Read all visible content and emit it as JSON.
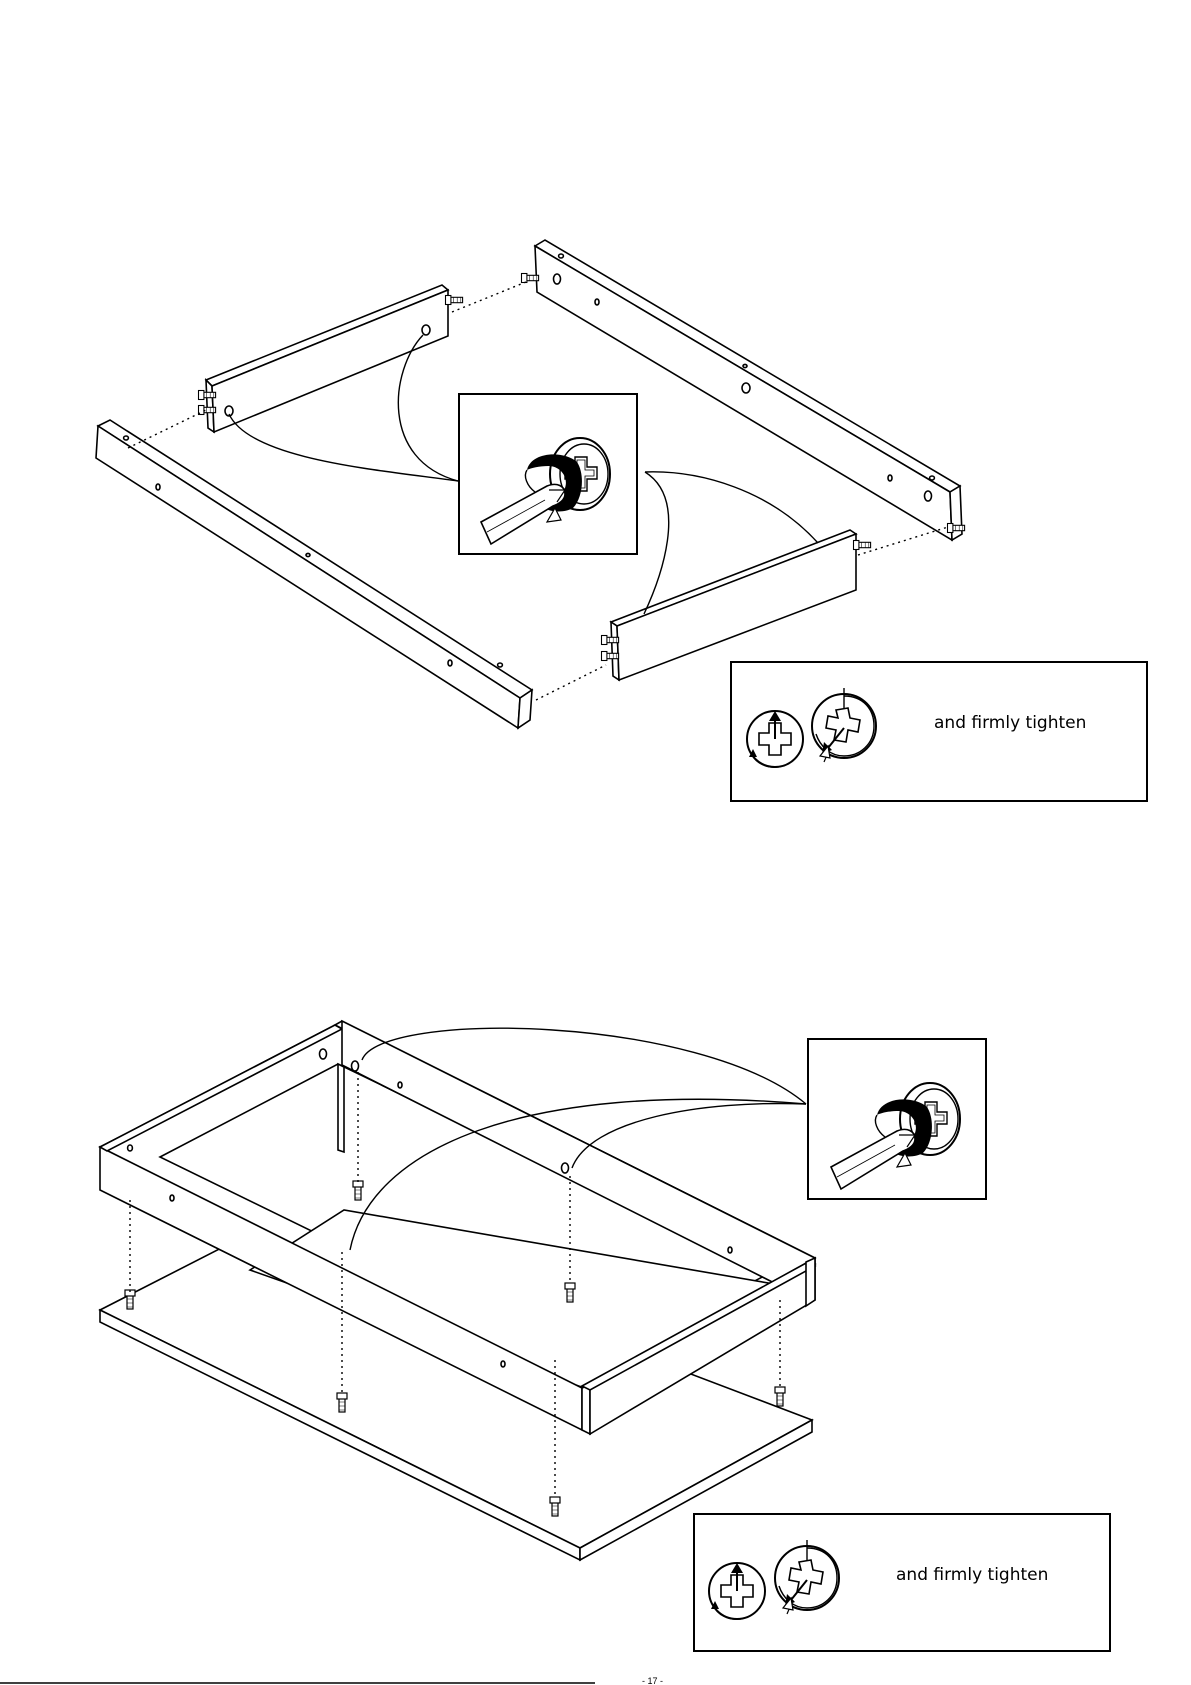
{
  "step_1": {
    "instruction_callout": {
      "caption": "and firmly tighten",
      "icons": [
        "cam-lock-unlocked-icon",
        "cam-lock-rotate-clockwise-icon"
      ]
    },
    "detail_callout": {
      "icon": "screwdriver-turning-cam-lock-icon"
    }
  },
  "step_2": {
    "instruction_callout": {
      "caption": "and firmly tighten",
      "icons": [
        "cam-lock-unlocked-icon",
        "cam-lock-rotate-clockwise-icon"
      ]
    },
    "detail_callout": {
      "icon": "screwdriver-turning-cam-lock-icon"
    }
  },
  "footer": {
    "page_number": "- 17 -"
  }
}
